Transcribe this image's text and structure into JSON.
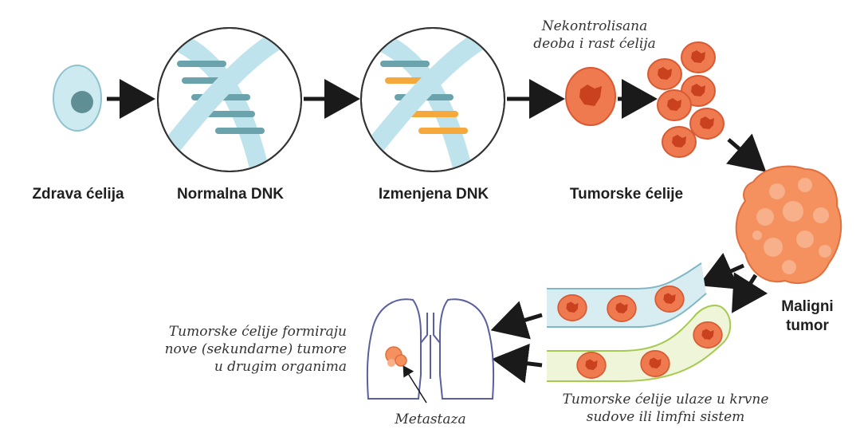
{
  "labels": {
    "healthy_cell": "Zdrava ćelija",
    "normal_dna": "Normalna DNK",
    "altered_dna": "Izmenjena DNK",
    "tumor_cells": "Tumorske ćelije",
    "malignant_tumor_line1": "Maligni",
    "malignant_tumor_line2": "tumor"
  },
  "notes": {
    "uncontrolled_line1": "Nekontrolisana",
    "uncontrolled_line2": "deoba i rast ćelija",
    "secondary_line1": "Tumorske ćelije formiraju",
    "secondary_line2": "nove (sekundarne) tumore",
    "secondary_line3": "u drugim organima",
    "vessels_line1": "Tumorske ćelije ulaze u krvne",
    "vessels_line2": "sudove ili limfni sistem",
    "metastasis": "Metastaza"
  },
  "colors": {
    "arrow": "#1a1a1a",
    "healthy_cell_fill": "#cdeaf0",
    "healthy_nucleus": "#5f8f94",
    "dna_backbone": "#bfe3ec",
    "dna_normal_bar": "#6aa3ab",
    "dna_mutated_bar": "#f5a93c",
    "tumor_cell_fill": "#f07a4f",
    "tumor_cell_stroke": "#d85a33",
    "tumor_nucleus": "#c9411f",
    "tumor_mass": "#f4915f",
    "blood_vessel": "#d8edf2",
    "lymph_vessel": "#eef5d9",
    "lung_outline": "#5a5f9e"
  }
}
